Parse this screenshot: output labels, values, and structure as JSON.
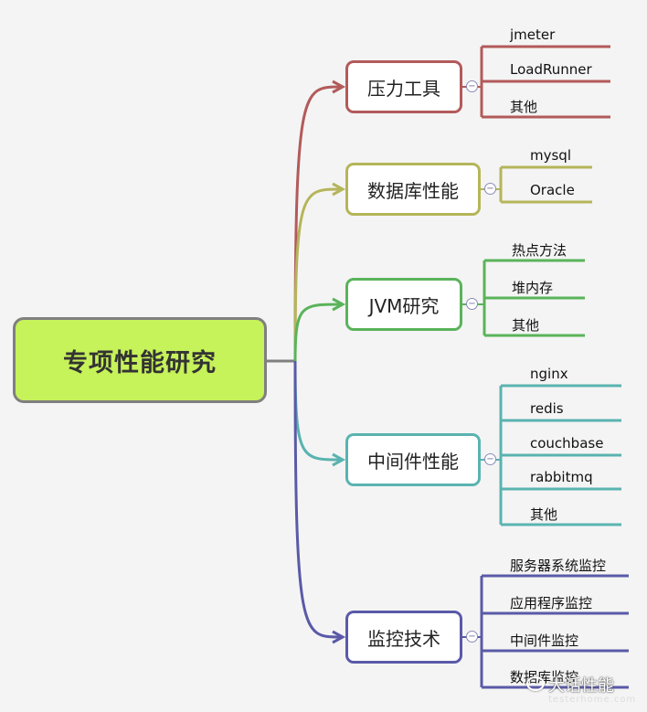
{
  "root": {
    "label": "专项性能研究",
    "color": "#c6f25a"
  },
  "branches": [
    {
      "label": "压力工具",
      "color": "#b35a5a",
      "items": [
        "jmeter",
        "LoadRunner",
        "其他"
      ]
    },
    {
      "label": "数据库性能",
      "color": "#b5b55a",
      "items": [
        "mysql",
        "Oracle"
      ]
    },
    {
      "label": "JVM研究",
      "color": "#5ab35a",
      "items": [
        "热点方法",
        "堆内存",
        "其他"
      ]
    },
    {
      "label": "中间件性能",
      "color": "#5ab3b0",
      "items": [
        "nginx",
        "redis",
        "couchbase",
        "rabbitmq",
        "其他"
      ]
    },
    {
      "label": "监控技术",
      "color": "#5a5aa8",
      "items": [
        "服务器系统监控",
        "应用程序监控",
        "中间件监控",
        "数据库监控"
      ]
    }
  ],
  "collapse_symbol": "−",
  "watermark": {
    "text": "大话性能",
    "subtext": "testerhome.com"
  }
}
